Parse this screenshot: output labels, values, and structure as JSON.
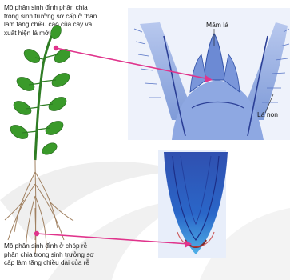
{
  "captions": {
    "shoot_apex": "Mô phân sinh đỉnh phân chia\ntrong sinh trưởng sơ cấp ở thân\nlàm tăng chiều cao của cây và\nxuất hiện lá mới",
    "root_apex": "Mô phân sinh đỉnh ở chóp rễ\nphân chia trong sinh trưởng sơ\ncấp làm tăng chiều dài của rễ"
  },
  "labels": {
    "leaf_bud": "Mầm lá",
    "young_leaf": "Lá non"
  },
  "colors": {
    "pointer": "#e0348c",
    "leaf_green": "#3a9a2a",
    "stem_green": "#2f7d24",
    "root_tan": "#a08060",
    "tissue_blue": "#3f6fc4",
    "tissue_light": "#9fb6e8",
    "background_swirl": "#ececec"
  }
}
